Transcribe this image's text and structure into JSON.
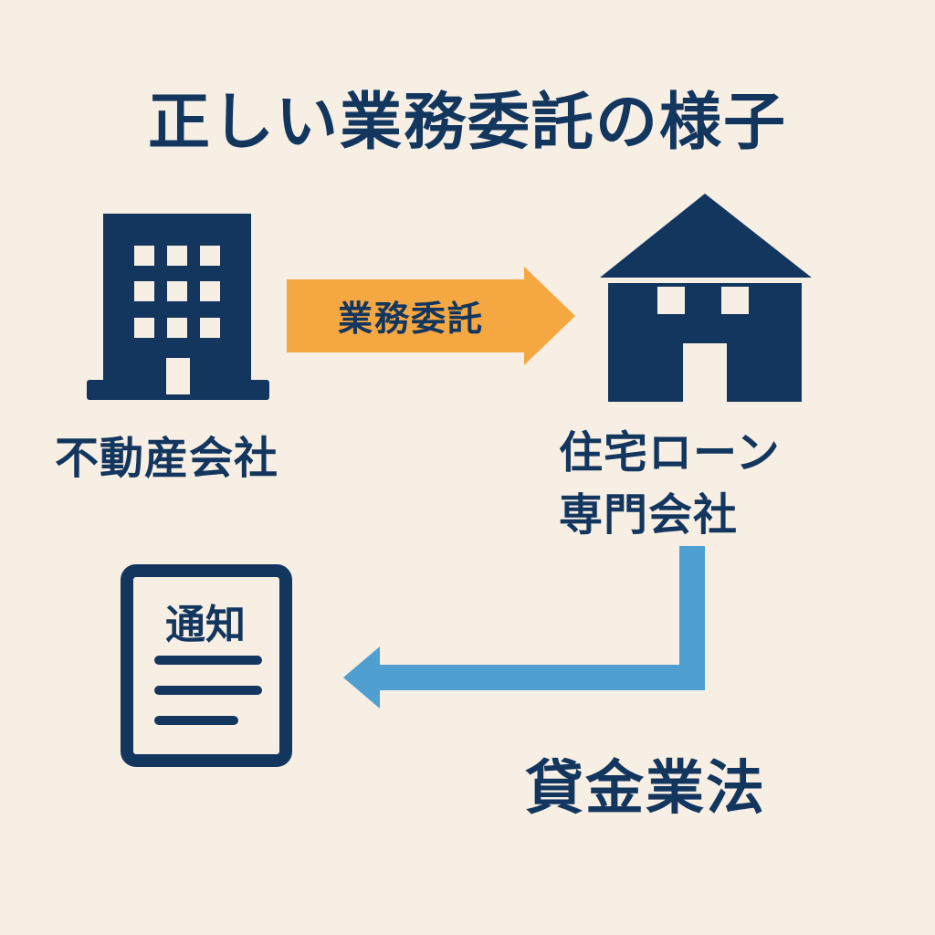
{
  "title": "正しい業務委託の様子",
  "nodes": {
    "real_estate_company": {
      "label": "不動産会社",
      "icon": "office-building-icon"
    },
    "mortgage_company": {
      "label_line1": "住宅ローン",
      "label_line2": "専門会社",
      "icon": "house-icon"
    },
    "notice": {
      "label": "通知",
      "icon": "document-icon"
    }
  },
  "arrows": {
    "outsourcing": {
      "label": "業務委託",
      "color": "#f5a742",
      "icon": "right-arrow-icon"
    },
    "return": {
      "color": "#4f9fd0",
      "icon": "elbow-left-arrow-icon"
    }
  },
  "law_label": "貸金業法",
  "colors": {
    "background": "#f7efe4",
    "primary": "#13365f",
    "orange": "#f5a742",
    "blue": "#4f9fd0"
  }
}
